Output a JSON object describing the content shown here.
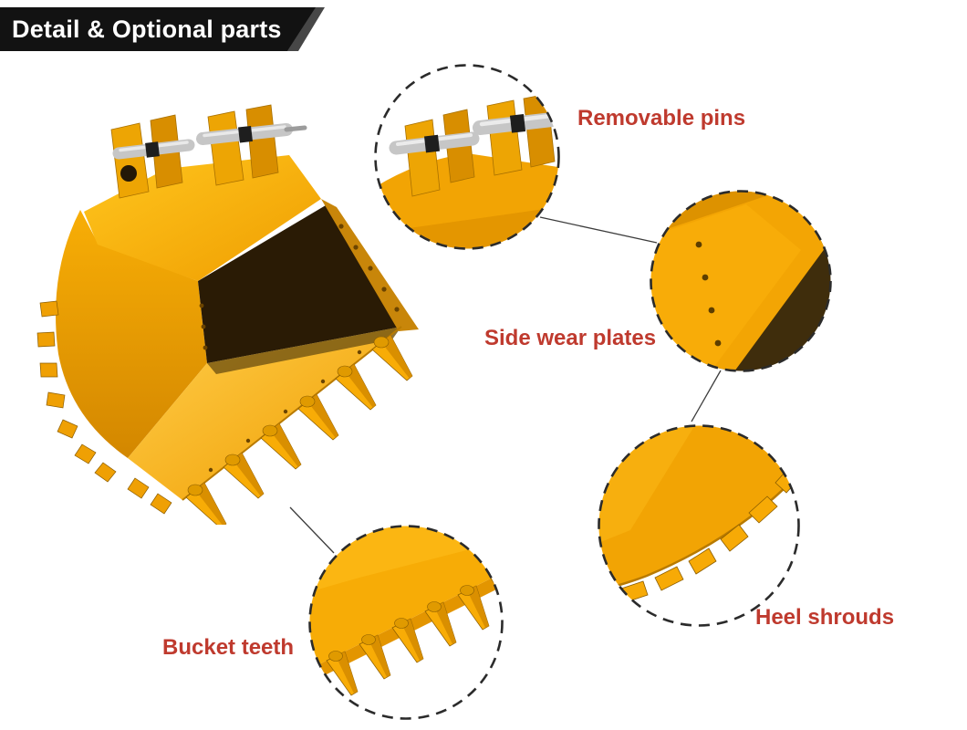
{
  "header": {
    "title": "Detail & Optional parts"
  },
  "image": {
    "subject": "yellow-excavator-bucket"
  },
  "callouts": [
    {
      "id": "removable-pins",
      "label": "Removable pins"
    },
    {
      "id": "side-wear-plates",
      "label": "Side wear plates"
    },
    {
      "id": "heel-shrouds",
      "label": "Heel shrouds"
    },
    {
      "id": "bucket-teeth",
      "label": "Bucket teeth"
    }
  ],
  "colors": {
    "banner_background": "#121212",
    "banner_text": "#ffffff",
    "label_text": "#bf3a2e",
    "bucket_yellow": "#f6a804",
    "bucket_shadow": "#2a1b05",
    "callout_ring": "#2b2b2b"
  }
}
